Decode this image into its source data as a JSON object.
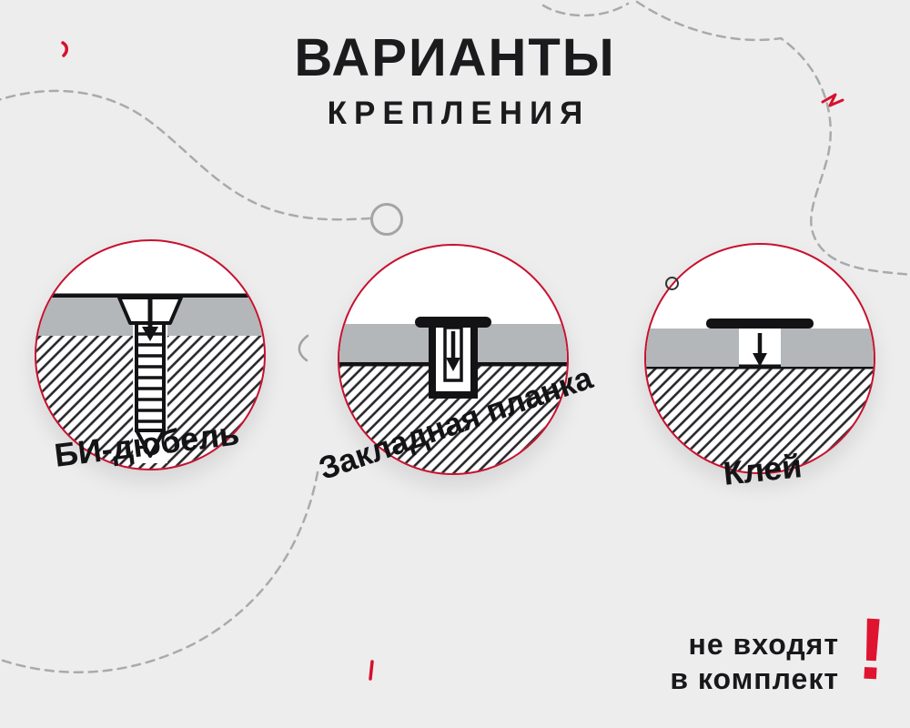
{
  "title": {
    "line1": "ВАРИАНТЫ",
    "line2": "КРЕПЛЕНИЯ"
  },
  "options": [
    {
      "label": "БИ-дюбель"
    },
    {
      "label": "Закладная планка"
    },
    {
      "label": "Клей"
    }
  ],
  "note": {
    "line1": "не входят",
    "line2": "в комплект",
    "mark": "!"
  },
  "colors": {
    "background": "#EDEDEE",
    "text": "#1B1B1D",
    "accent_red": "#D8132F",
    "circle_ring_red": "#C8102E",
    "panel_gray": "#B5B8BA",
    "dash_gray": "#A8AAAC"
  }
}
